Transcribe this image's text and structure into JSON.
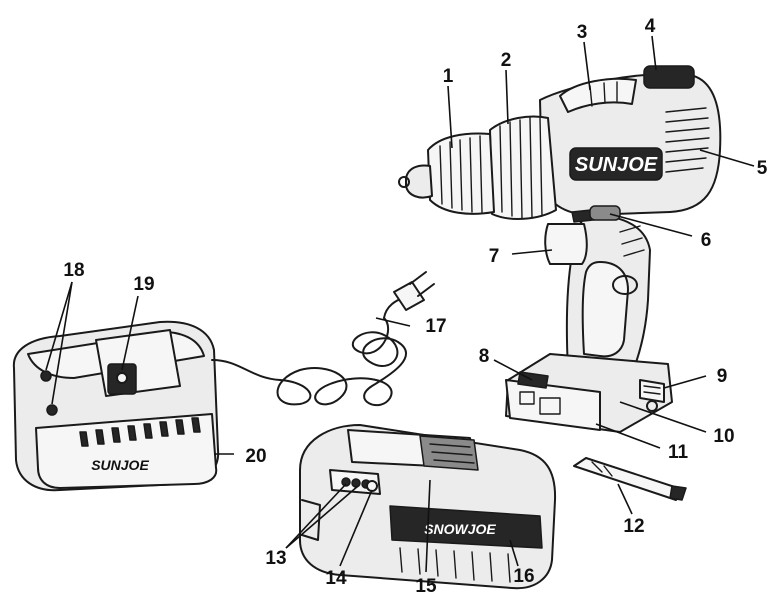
{
  "brand": {
    "drill_logo": "SUNJOE",
    "charger_logo": "SUNJOE",
    "battery_logo": "SNOWJOE"
  },
  "callouts": [
    {
      "id": "1",
      "label": "1"
    },
    {
      "id": "2",
      "label": "2"
    },
    {
      "id": "3",
      "label": "3"
    },
    {
      "id": "4",
      "label": "4"
    },
    {
      "id": "5",
      "label": "5"
    },
    {
      "id": "6",
      "label": "6"
    },
    {
      "id": "7",
      "label": "7"
    },
    {
      "id": "8",
      "label": "8"
    },
    {
      "id": "9",
      "label": "9"
    },
    {
      "id": "10",
      "label": "10"
    },
    {
      "id": "11",
      "label": "11"
    },
    {
      "id": "12",
      "label": "12"
    },
    {
      "id": "13",
      "label": "13"
    },
    {
      "id": "14",
      "label": "14"
    },
    {
      "id": "15",
      "label": "15"
    },
    {
      "id": "16",
      "label": "16"
    },
    {
      "id": "17",
      "label": "17"
    },
    {
      "id": "18",
      "label": "18"
    },
    {
      "id": "19",
      "label": "19"
    },
    {
      "id": "20",
      "label": "20"
    }
  ]
}
